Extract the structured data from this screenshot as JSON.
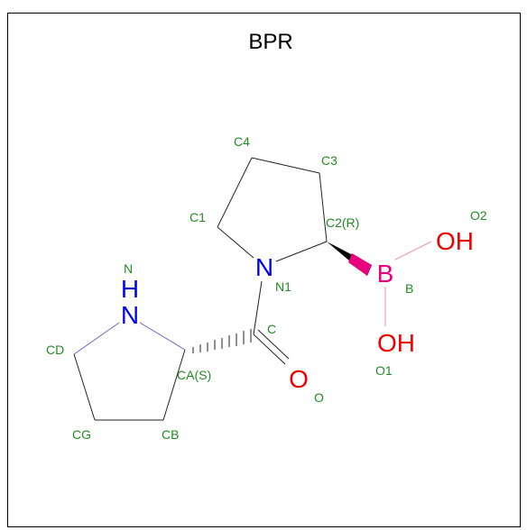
{
  "title": "BPR",
  "colors": {
    "frame": "#000000",
    "bond": "#222222",
    "atom_label": "#228B22",
    "nitrogen": "#0000ee",
    "oxygen": "#ee0000",
    "boron": "#e6007e"
  },
  "atoms": {
    "n1": "N",
    "nh_n": "N",
    "nh_h": "H",
    "o": "O",
    "b": "B",
    "oh_upper": "OH",
    "oh_lower": "OH"
  },
  "labels": {
    "c4": "C4",
    "c3": "C3",
    "c1": "C1",
    "c2": "C2(R)",
    "o2": "O2",
    "n": "N",
    "n1": "N1",
    "b": "B",
    "c": "C",
    "cd": "CD",
    "ca": "CA(S)",
    "o1": "O1",
    "o": "O",
    "cg": "CG",
    "cb": "CB"
  }
}
